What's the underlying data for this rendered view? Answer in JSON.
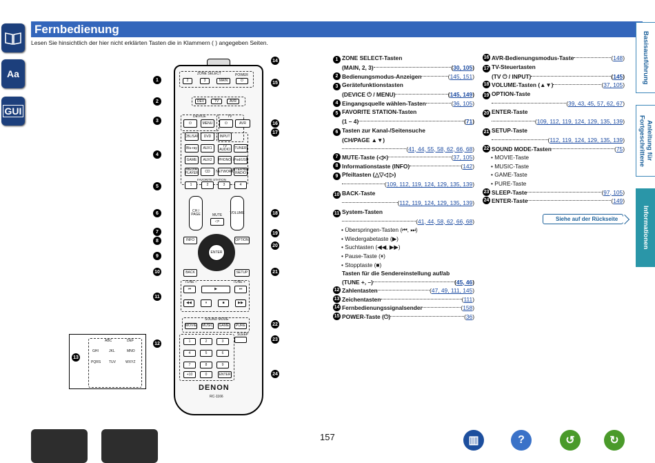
{
  "page_title": "Fernbedienung",
  "intro": "Lesen Sie hinsichtlich der hier nicht erklärten Tasten die in Klammern ( ) angegeben Seiten.",
  "left_icons": [
    "book-icon",
    "font-icon",
    "gui-icon"
  ],
  "left_labels": {
    "aa": "Aa",
    "gui": "GUI"
  },
  "side_tabs": [
    {
      "label": "Basisausführung",
      "active": false
    },
    {
      "label": "Anleitung für\nFortgeschrittene",
      "active": false
    },
    {
      "label": "Informationen",
      "active": true
    }
  ],
  "col1": [
    {
      "n": "1",
      "label": "ZONE SELECT-Tasten",
      "sub": "(MAIN, 2, 3)",
      "refs": "30, 105"
    },
    {
      "n": "2",
      "label": "Bedienungsmodus-Anzeigen",
      "refs": "145, 151"
    },
    {
      "n": "3",
      "label": "Gerätefunktionstasten",
      "sub": "(DEVICE ⏻ / MENU)",
      "refs": "145, 149"
    },
    {
      "n": "4",
      "label": "Eingangsquelle wählen-Tasten",
      "refs": "36, 105"
    },
    {
      "n": "5",
      "label": "FAVORITE STATION-Tasten",
      "sub": "(1 – 4)",
      "refs": "71"
    },
    {
      "n": "6",
      "label": "Tasten zur Kanal-/Seitensuche",
      "sub": "(CH/PAGE ▲▼)",
      "refs": "41, 44, 55, 58, 62, 66, 68"
    },
    {
      "n": "7",
      "label": "MUTE-Taste (◁×)",
      "refs": "37, 105"
    },
    {
      "n": "8",
      "label": "Informationstaste (INFO)",
      "refs": "142"
    },
    {
      "n": "9",
      "label": "Pfeiltasten (△▽◁ ▷)",
      "refs": "109, 112, 119, 124, 129, 135, 139"
    },
    {
      "n": "10",
      "label": "BACK-Taste",
      "refs": "112, 119, 124, 129, 135, 139"
    },
    {
      "n": "11",
      "label": "System-Tasten",
      "refs": "41, 44, 58, 62, 66, 68",
      "bullets": [
        "Überspringen-Tasten (⏮, ⏭)",
        "Wiedergabetaste (▶)",
        "Suchtasten (◀◀, ▶▶)",
        "Pause-Taste (⏸)",
        "Stopptaste (■)"
      ],
      "extra": "Tasten für die Sendereinstellung auf/ab",
      "extra_sub": "(TUNE +, –)",
      "extra_refs": "45, 46"
    },
    {
      "n": "12",
      "label": "Zahlentasten",
      "refs": "47, 49, 111, 145"
    },
    {
      "n": "13",
      "label": "Zeichentasten",
      "refs": "111"
    },
    {
      "n": "14",
      "label": "Fernbedienungssignalsender",
      "refs": "158"
    },
    {
      "n": "15",
      "label": "POWER-Taste (⏻)",
      "refs": "36"
    }
  ],
  "col2": [
    {
      "n": "16",
      "label": "AVR-Bedienungsmodus-Taste",
      "refs": "148"
    },
    {
      "n": "17",
      "label": "TV-Steuertasten",
      "sub": "(TV ⏻ / INPUT)",
      "refs": "145"
    },
    {
      "n": "18",
      "label": "VOLUME-Tasten (▲▼)",
      "refs": "37, 105"
    },
    {
      "n": "19",
      "label": "OPTION-Taste",
      "refs": "39, 43, 45, 57, 62, 67"
    },
    {
      "n": "20",
      "label": "ENTER-Taste",
      "refs": "109, 112, 119, 124, 129, 135, 139"
    },
    {
      "n": "21",
      "label": "SETUP-Taste",
      "refs": "112, 119, 124, 129, 135, 139"
    },
    {
      "n": "22",
      "label": "SOUND MODE-Tasten",
      "refs": "75",
      "bullets": [
        "MOVIE-Taste",
        "MUSIC-Taste",
        "GAME-Taste",
        "PURE-Taste"
      ]
    },
    {
      "n": "23",
      "label": "SLEEP-Taste",
      "refs": "97, 105"
    },
    {
      "n": "24",
      "label": "ENTER-Taste",
      "refs": "149"
    }
  ],
  "see_back": "Siehe auf der Rückseite",
  "page_number": "157",
  "remote": {
    "zone_select": "ZONE SELECT",
    "power": "POWER",
    "zones": [
      "2",
      "3",
      "MAIN"
    ],
    "modes": [
      "DEV",
      "TV",
      "AVR"
    ],
    "device": "DEVICE",
    "tv": "TV",
    "menu": "MENU",
    "input": "INPUT",
    "avr": "AVR",
    "src_row1": [
      "CBL/SAT",
      "DVD"
    ],
    "src_row2": [
      "Blu-ray",
      "AUX1",
      "TV AUDIO",
      "TUNER"
    ],
    "src_row3": [
      "GAME",
      "AUX2",
      "PHONO",
      "iPod/USB"
    ],
    "src_row4": [
      "MEDIA PLAYER",
      "CD",
      "NETWORK",
      "INTERNET RADIO"
    ],
    "fav_label": "FAVORITE STATION",
    "fav": [
      "1",
      "2",
      "3",
      "4"
    ],
    "chpage": "CH / PAGE",
    "mute": "MUTE",
    "volume": "VOLUME",
    "info": "INFO",
    "option": "OPTION",
    "enter": "ENTER",
    "back": "BACK",
    "setup": "SETUP",
    "tune_minus": "TUNE –",
    "tune_plus": "TUNE +",
    "sound_mode": "SOUND MODE",
    "sm": [
      "MOVIE",
      "MUSIC",
      "GAME",
      "PURE"
    ],
    "sleep": "SLEEP",
    "digits": [
      [
        "1",
        "2",
        "3"
      ],
      [
        "4",
        "5",
        "6"
      ],
      [
        "7",
        "8",
        "9"
      ]
    ],
    "letters": [
      [
        "",
        "ABC",
        "DEF"
      ],
      [
        "GHI",
        "JKL",
        "MNO"
      ],
      [
        "PQRS",
        "TUV",
        "WXYZ"
      ]
    ],
    "plus10": "+10",
    "zero": "0",
    "enter2": "ENTER",
    "brand": "DENON",
    "model": "RC-1166"
  }
}
